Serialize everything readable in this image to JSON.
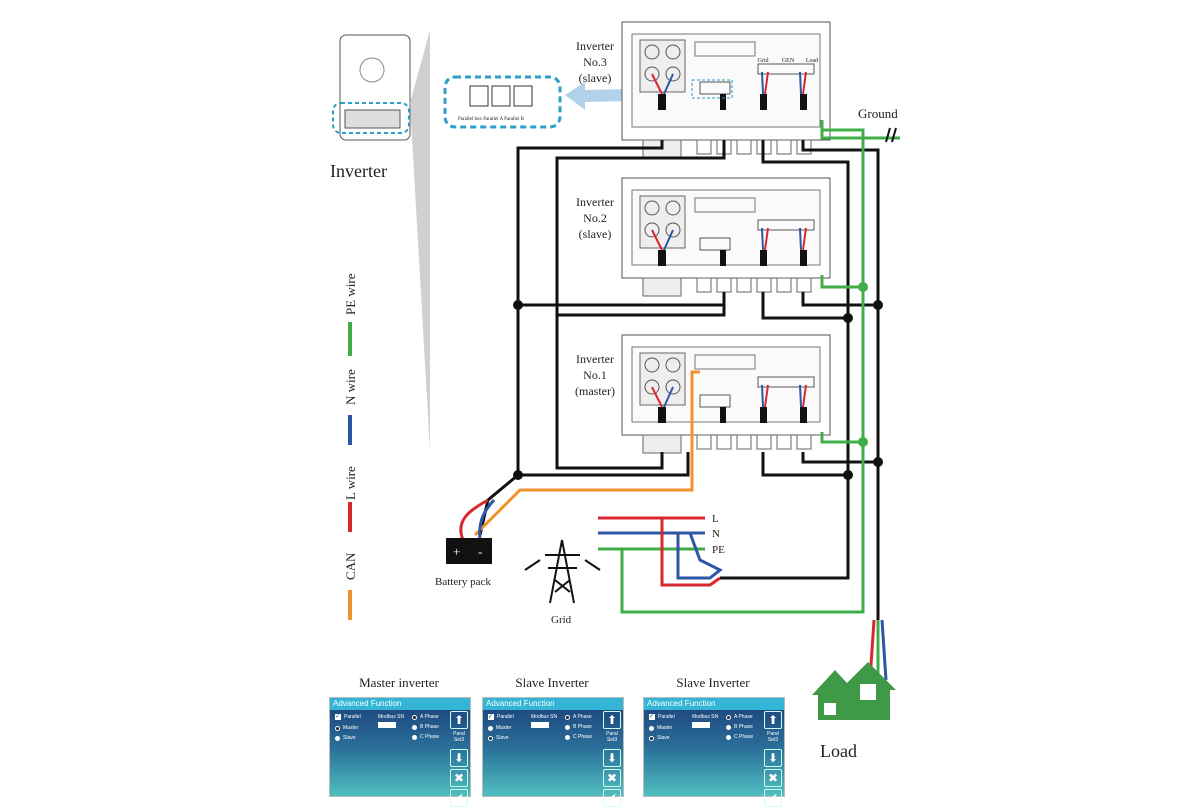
{
  "inverter_label": "Inverter",
  "inverters": [
    {
      "label": "Inverter No.3 (slave)",
      "lines": [
        "Inverter",
        "No.3",
        "(slave)"
      ]
    },
    {
      "label": "Inverter No.2 (slave)",
      "lines": [
        "Inverter",
        "No.2",
        "(slave)"
      ]
    },
    {
      "label": "Inverter No.1 (master)",
      "lines": [
        "Inverter",
        "No.1",
        "(master)"
      ]
    }
  ],
  "terminal_labels": {
    "grid": "Grid",
    "gen": "GEN",
    "load": "Load"
  },
  "ports_callout": "Parallel box  Parallel A  Parallel B",
  "ground_label": "Ground",
  "legend": [
    {
      "label": "PE wire",
      "color": "#3fae49"
    },
    {
      "label": "N wire",
      "color": "#2c56a6"
    },
    {
      "label": "L wire",
      "color": "#d9272e"
    },
    {
      "label": "CAN",
      "color": "#f0932e"
    }
  ],
  "battery": {
    "label": "Battery pack",
    "plus": "+",
    "minus": "-"
  },
  "grid_label": "Grid",
  "grid_lines": [
    "L",
    "N",
    "PE"
  ],
  "load_label": "Load",
  "panels": [
    {
      "title": "Master inverter",
      "header": "Advanced Function",
      "parallel": "Parallel",
      "master": "Master",
      "slave": "Slave",
      "modbus": "Modbus SN",
      "phases": [
        "A Phase",
        "B Phase",
        "C Phase"
      ],
      "selected_role": "master",
      "selected_phase": "A Phase",
      "side_label": "Paral Set3"
    },
    {
      "title": "Slave Inverter",
      "header": "Advanced Function",
      "parallel": "Parallel",
      "master": "Master",
      "slave": "Slave",
      "modbus": "Modbus SN",
      "phases": [
        "A Phase",
        "B Phase",
        "C Phase"
      ],
      "selected_role": "slave",
      "selected_phase": "A Phase",
      "side_label": "Paral Set3"
    },
    {
      "title": "Slave Inverter",
      "header": "Advanced Function",
      "parallel": "Parallel",
      "master": "Master",
      "slave": "Slave",
      "modbus": "Modbus SN",
      "phases": [
        "A Phase",
        "B Phase",
        "C Phase"
      ],
      "selected_role": "slave",
      "selected_phase": "A Phase",
      "side_label": "Paral Set3"
    }
  ],
  "colors": {
    "pe": "#3fae49",
    "n": "#2c56a6",
    "l": "#d9272e",
    "can": "#f0932e",
    "wire": "#111111",
    "callout": "#2a9fc9",
    "house": "#3f9a48"
  }
}
